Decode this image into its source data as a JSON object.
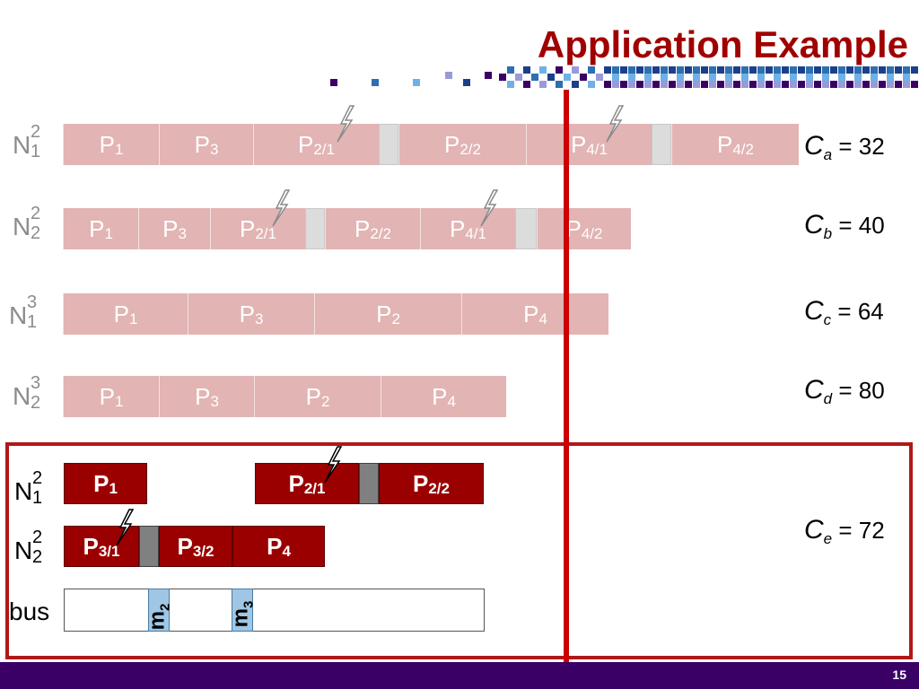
{
  "title": "Application Example",
  "page_number": "15",
  "colors": {
    "title": "#a00000",
    "light_process": "#e2b4b4",
    "dark_process": "#9b0000",
    "gap_light": "#dcdcdc",
    "gap_dark": "#808080",
    "message": "#9fc7e5",
    "marker_line": "#cc0000",
    "footer": "#3a0066"
  },
  "rows": [
    {
      "node": "N",
      "node_sup": "2",
      "node_sub": "1",
      "cost_letter": "C",
      "cost_sub": "a",
      "cost_value": "= 32",
      "cells": [
        {
          "label": "P",
          "sub": "1"
        },
        {
          "label": "P",
          "sub": "3"
        },
        {
          "label": "P",
          "sub": "2/1"
        },
        {
          "label": "P",
          "sub": "2/2"
        },
        {
          "label": "P",
          "sub": "4/1"
        },
        {
          "label": "P",
          "sub": "4/2"
        }
      ]
    },
    {
      "node": "N",
      "node_sup": "2",
      "node_sub": "2",
      "cost_letter": "C",
      "cost_sub": "b",
      "cost_value": "= 40",
      "cells": [
        {
          "label": "P",
          "sub": "1"
        },
        {
          "label": "P",
          "sub": "3"
        },
        {
          "label": "P",
          "sub": "2/1"
        },
        {
          "label": "P",
          "sub": "2/2"
        },
        {
          "label": "P",
          "sub": "4/1"
        },
        {
          "label": "P",
          "sub": "4/2"
        }
      ]
    },
    {
      "node": "N",
      "node_sup": "3",
      "node_sub": "1",
      "cost_letter": "C",
      "cost_sub": "c",
      "cost_value": "= 64",
      "cells": [
        {
          "label": "P",
          "sub": "1"
        },
        {
          "label": "P",
          "sub": "3"
        },
        {
          "label": "P",
          "sub": "2"
        },
        {
          "label": "P",
          "sub": "4"
        }
      ]
    },
    {
      "node": "N",
      "node_sup": "3",
      "node_sub": "2",
      "cost_letter": "C",
      "cost_sub": "d",
      "cost_value": "= 80",
      "cells": [
        {
          "label": "P",
          "sub": "1"
        },
        {
          "label": "P",
          "sub": "3"
        },
        {
          "label": "P",
          "sub": "2"
        },
        {
          "label": "P",
          "sub": "4"
        }
      ]
    }
  ],
  "highlight": {
    "cost_letter": "C",
    "cost_sub": "e",
    "cost_value": "= 72",
    "row1": {
      "node": "N",
      "node_sup": "2",
      "node_sub": "1",
      "cells": [
        {
          "label": "P",
          "sub": "1"
        },
        {
          "label": "P",
          "sub": "2/1"
        },
        {
          "label": "P",
          "sub": "2/2"
        }
      ]
    },
    "row2": {
      "node": "N",
      "node_sup": "2",
      "node_sub": "2",
      "cells": [
        {
          "label": "P",
          "sub": "3/1"
        },
        {
          "label": "P",
          "sub": "3/2"
        },
        {
          "label": "P",
          "sub": "4"
        }
      ]
    },
    "bus": {
      "label": "bus",
      "messages": [
        {
          "label": "m",
          "sub": "2"
        },
        {
          "label": "m",
          "sub": "3"
        }
      ]
    }
  },
  "icons": [
    "fault-bolt-icon"
  ]
}
